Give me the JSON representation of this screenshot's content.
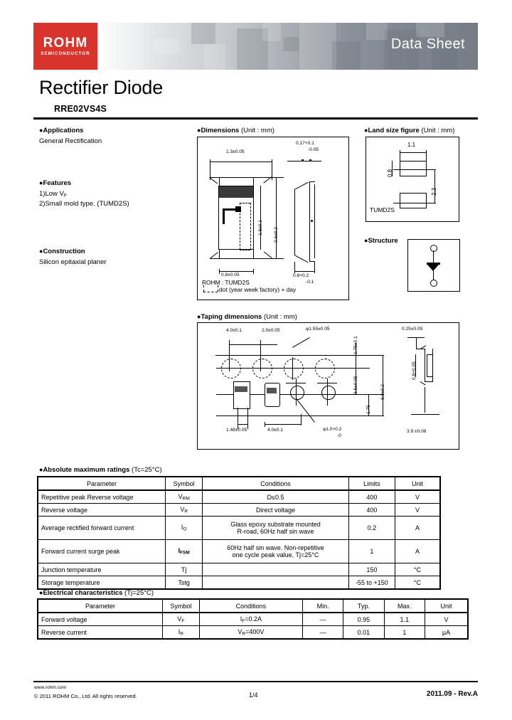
{
  "header": {
    "logo_main": "ROHM",
    "logo_sub": "SEMICONDUCTOR",
    "title": "Data Sheet"
  },
  "doc": {
    "title": "Rectifier Diode",
    "part_number": "RRE02VS4S"
  },
  "applications": {
    "heading": "Applications",
    "text": "General Rectification"
  },
  "features": {
    "heading": "Features",
    "item1_pre": "1)Low V",
    "item1_sub": "F",
    "item2": "2)Small mold type. (TUMD2S)"
  },
  "construction": {
    "heading": "Construction",
    "text": "Silicon epitaxial planer"
  },
  "dimensions": {
    "heading": "Dimensions",
    "unit": "(Unit : mm)",
    "width_top": "1.3±0.05",
    "thickness": "0.17",
    "thickness_tol_up": "+0.1",
    "thickness_tol_dn": "-0.05",
    "height_inner": "1.8±0.1",
    "height_outer": "2.6±0.2",
    "pad_width": "0.8±0.05",
    "side_width": "0.6",
    "side_tol_up": "+0.2",
    "side_tol_dn": "-0.1",
    "marking_line1": "ROHM : TUMD2S",
    "marking_line2": "dot (year week factory) + day"
  },
  "land_size": {
    "heading": "Land size figure",
    "unit": "(Unit : mm)",
    "pad_w": "1.1",
    "pad_h": "0.8",
    "pitch": "2.3",
    "package": "TUMD2S"
  },
  "structure": {
    "heading": "Structure"
  },
  "taping": {
    "heading": "Taping dimensions",
    "unit": "(Unit : mm)",
    "sprocket_pitch": "4.0±0.1",
    "edge_to_hole": "2.0±0.05",
    "hole_dia": "φ1.55±0.05",
    "top_edge": "1.75±0.1",
    "mid_dim": "3.5±0.05",
    "low_dim": "1.75",
    "tape_width": "8.0±0.2",
    "pocket_w": "1.48±0.05",
    "pocket_pitch": "4.0±0.1",
    "pocket_hole": "φ1.0",
    "pocket_hole_tol_up": "+0.2",
    "pocket_hole_tol_dn": "-0",
    "cover_thk": "0.25±0.05",
    "pocket_depth": "0.8+0.05",
    "tape_thk": "3.9",
    "tape_thk_tol": "±0.08"
  },
  "abs_max": {
    "heading": "Absolute maximum ratings",
    "condition": "(Tc=25°C)",
    "columns": [
      "Parameter",
      "Symbol",
      "Conditions",
      "Limits",
      "Unit"
    ],
    "rows": [
      {
        "parameter": "Repetitive peak Reverse voltage",
        "symbol": "V",
        "sym_sub": "RM",
        "conditions": [
          "D≤0.5"
        ],
        "limits": "400",
        "unit": "V"
      },
      {
        "parameter": "Reverse voltage",
        "symbol": "V",
        "sym_sub": "R",
        "conditions": [
          "Direct voltage"
        ],
        "limits": "400",
        "unit": "V"
      },
      {
        "parameter": "Average rectified forward current",
        "symbol": "I",
        "sym_sub": "O",
        "conditions": [
          "Glass epoxy substrate mounted",
          "R-road, 60Hz half sin wave"
        ],
        "limits": "0.2",
        "unit": "A"
      },
      {
        "parameter": "Forward current surge peak",
        "symbol": "I",
        "sym_sub": "FSM",
        "conditions": [
          "60Hz half sin wave. Non-repetitive",
          "one cycle peak value, Tj=25°C"
        ],
        "limits": "1",
        "unit": "A"
      },
      {
        "parameter": "Junction temperature",
        "symbol": "Tj",
        "sym_sub": "",
        "conditions": [
          ""
        ],
        "limits": "150",
        "unit": "°C"
      },
      {
        "parameter": "Storage temperature",
        "symbol": "Tstg",
        "sym_sub": "",
        "conditions": [
          ""
        ],
        "limits": "-55 to +150",
        "unit": "°C"
      }
    ]
  },
  "elec": {
    "heading": "Electrical characteristics",
    "condition": "(Tj=25°C)",
    "columns": [
      "Parameter",
      "Symbol",
      "Conditions",
      "Min.",
      "Typ.",
      "Max.",
      "Unit"
    ],
    "rows": [
      {
        "parameter": "Forward voltage",
        "symbol": "V",
        "sym_sub": "F",
        "cond_sym": "I",
        "cond_sub": "F",
        "cond_rest": "=0.2A",
        "min": "—",
        "typ": "0.95",
        "max": "1.1",
        "unit": "V"
      },
      {
        "parameter": "Reverse current",
        "symbol": "I",
        "sym_sub": "R",
        "cond_sym": "V",
        "cond_sub": "R",
        "cond_rest": "=400V",
        "min": "—",
        "typ": "0.01",
        "max": "1",
        "unit": "µA"
      }
    ]
  },
  "footer": {
    "url": "www.rohm.com",
    "copyright": "© 2011  ROHM Co., Ltd. All rights reserved.",
    "page": "1/4",
    "revision": "2011.09 -  Rev.A"
  },
  "colors": {
    "brand_red": "#d9342b",
    "band_dark": "#767d86"
  }
}
